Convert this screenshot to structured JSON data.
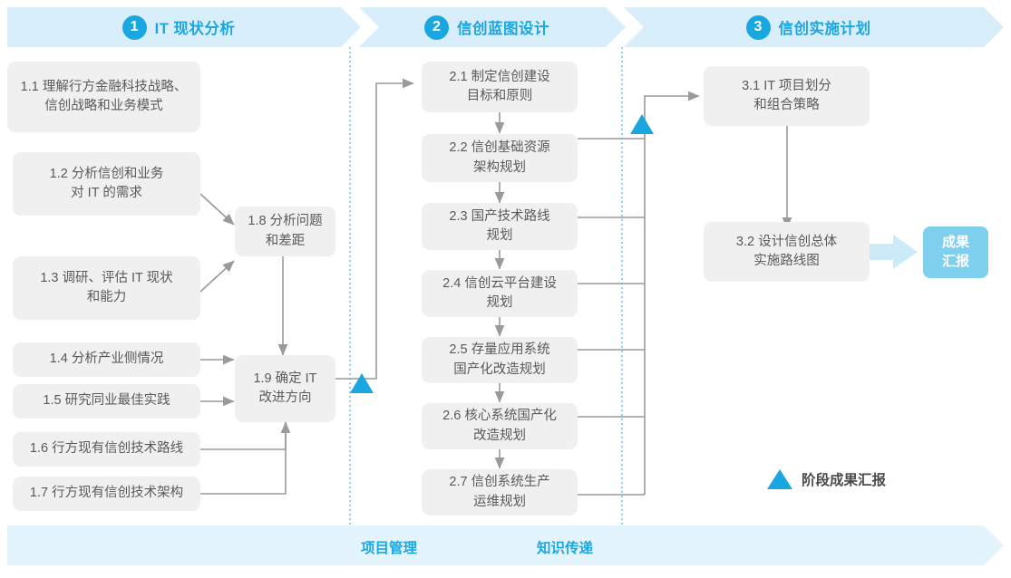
{
  "phases": [
    {
      "number": "1",
      "label": "IT 现状分析"
    },
    {
      "number": "2",
      "label": "信创蓝图设计"
    },
    {
      "number": "3",
      "label": "信创实施计划"
    }
  ],
  "tasks": {
    "col1": [
      {
        "id": "1.1",
        "text": "1.1 理解行方金融科技战略、\n信创战略和业务模式"
      },
      {
        "id": "1.2",
        "text": "1.2 分析信创和业务\n对 IT 的需求"
      },
      {
        "id": "1.3",
        "text": "1.3 调研、评估 IT 现状\n和能力"
      },
      {
        "id": "1.4",
        "text": "1.4 分析产业侧情况"
      },
      {
        "id": "1.5",
        "text": "1.5 研究同业最佳实践"
      },
      {
        "id": "1.6",
        "text": "1.6 行方现有信创技术路线"
      },
      {
        "id": "1.7",
        "text": "1.7 行方现有信创技术架构"
      }
    ],
    "col1b": [
      {
        "id": "1.8",
        "text": "1.8 分析问题\n和差距"
      },
      {
        "id": "1.9",
        "text": "1.9 确定 IT\n改进方向"
      }
    ],
    "col2": [
      {
        "id": "2.1",
        "text": "2.1 制定信创建设\n目标和原则"
      },
      {
        "id": "2.2",
        "text": "2.2 信创基础资源\n架构规划"
      },
      {
        "id": "2.3",
        "text": "2.3 国产技术路线\n规划"
      },
      {
        "id": "2.4",
        "text": "2.4 信创云平台建设\n规划"
      },
      {
        "id": "2.5",
        "text": "2.5 存量应用系统\n国产化改造规划"
      },
      {
        "id": "2.6",
        "text": "2.6 核心系统国产化\n改造规划"
      },
      {
        "id": "2.7",
        "text": "2.7 信创系统生产\n运维规划"
      }
    ],
    "col3": [
      {
        "id": "3.1",
        "text": "3.1 IT 项目划分\n和组合策略"
      },
      {
        "id": "3.2",
        "text": "3.2 设计信创总体\n实施路线图"
      }
    ]
  },
  "result_badge": {
    "text": "成果\n汇报"
  },
  "legend": {
    "text": "阶段成果汇报"
  },
  "footer": {
    "labels": [
      "项目管理",
      "知识传递"
    ]
  },
  "colors": {
    "accent": "#1aa7e0",
    "band": "#d9eefb",
    "footer_band": "#e4f4fc",
    "box_fill": "#f0f0f0",
    "box_text": "#5a5a5a",
    "badge": "#7fd0ef",
    "connector": "#9a9a9a",
    "divider": "#4db8e8"
  }
}
